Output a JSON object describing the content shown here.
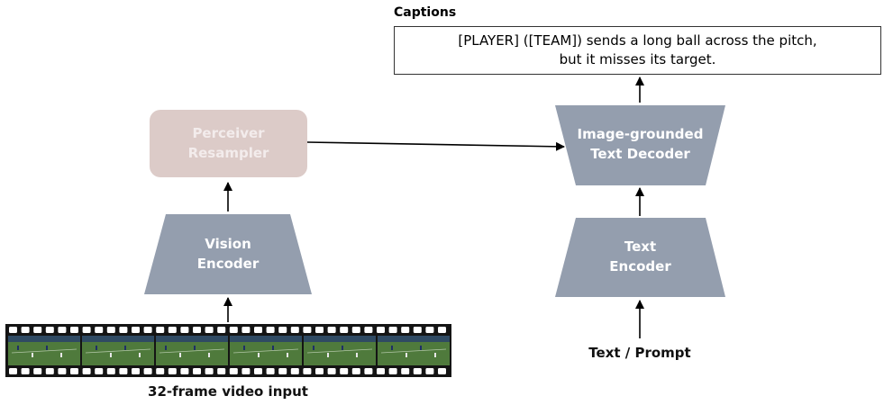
{
  "captions": {
    "title": "Captions",
    "line1": "[PLAYER] ([TEAM]) sends a long ball across the pitch,",
    "line2": "but it misses its target."
  },
  "nodes": {
    "perceiver": {
      "line1": "Perceiver",
      "line2": "Resampler"
    },
    "vision_encoder": {
      "line1": "Vision",
      "line2": "Encoder"
    },
    "decoder": {
      "line1": "Image-grounded",
      "line2": "Text Decoder"
    },
    "text_encoder": {
      "line1": "Text",
      "line2": "Encoder"
    }
  },
  "inputs": {
    "video": "32-frame video input",
    "text": "Text / Prompt"
  },
  "colors": {
    "block": "#949eae",
    "perceiver_fill": "#dccbc8",
    "film": "#141414",
    "pitch": "#4f7a3c"
  }
}
